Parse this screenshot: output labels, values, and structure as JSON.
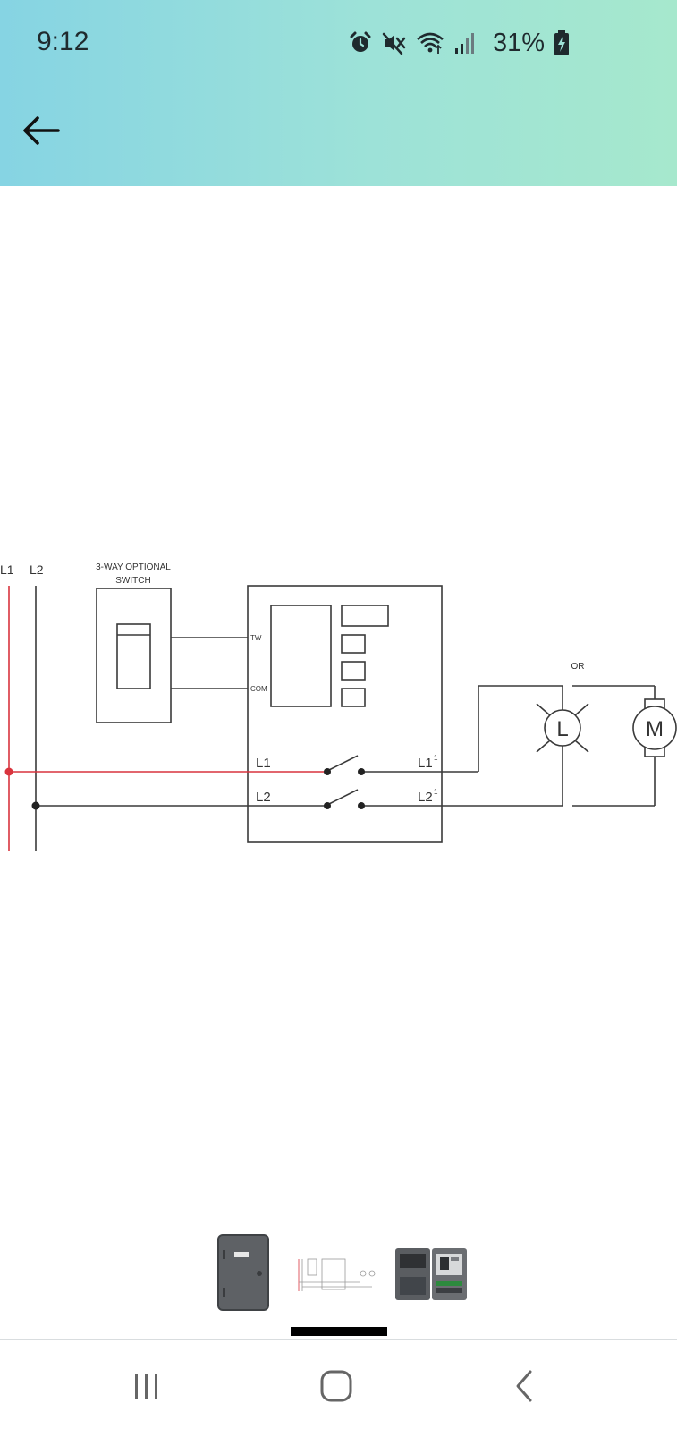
{
  "status_bar": {
    "time": "9:12",
    "battery_percent": "31%",
    "icons": [
      "alarm-icon",
      "mute-icon",
      "wifi-icon",
      "signal-icon",
      "battery-charging-icon"
    ]
  },
  "toolbar": {
    "back_icon": "arrow-left-icon"
  },
  "diagram": {
    "labels": {
      "l1_top": "L1",
      "l2_top": "L2",
      "switch_title_1": "3-WAY OPTIONAL",
      "switch_title_2": "SWITCH",
      "tw": "TW",
      "com": "COM",
      "l1_in": "L1",
      "l2_in": "L2",
      "l1_out": "L1",
      "l1_out_sup": "1",
      "l2_out": "L2",
      "l2_out_sup": "1",
      "or": "OR",
      "lamp": "L",
      "motor": "M"
    },
    "colors": {
      "line": "#3a3a3a",
      "hot_line": "#d9343e",
      "node": "#222222"
    }
  },
  "thumbnails": {
    "items": [
      "enclosure-thumbnail",
      "wiring-diagram-thumbnail",
      "open-enclosure-thumbnail"
    ],
    "selected_index": 1
  },
  "nav_bar": {
    "items": [
      "recent-apps-icon",
      "home-icon",
      "back-chevron-icon"
    ]
  }
}
